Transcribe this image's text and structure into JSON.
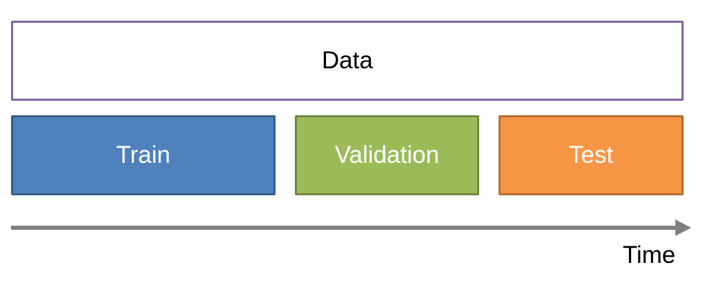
{
  "diagram": {
    "data_label": "Data",
    "splits": [
      {
        "label": "Train",
        "color": "#4f81bd"
      },
      {
        "label": "Validation",
        "color": "#9bbb59"
      },
      {
        "label": "Test",
        "color": "#f79646"
      }
    ],
    "data_border_color": "#8064a2",
    "axis_label": "Time",
    "axis_color": "#7f7f7f"
  }
}
